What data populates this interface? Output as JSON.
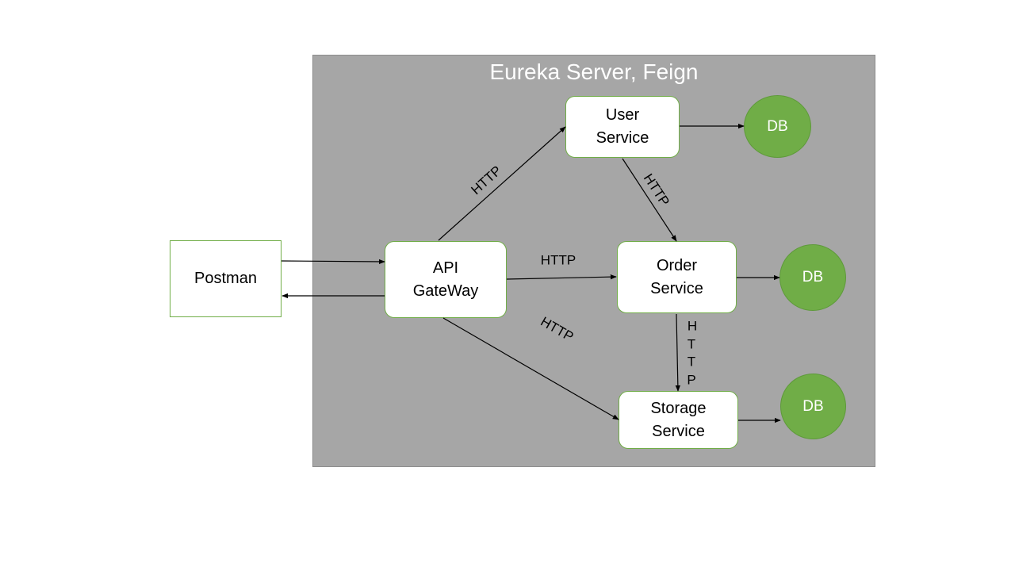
{
  "cluster": {
    "title": "Eureka Server, Feign"
  },
  "nodes": {
    "postman": {
      "line1": "Postman"
    },
    "gateway": {
      "line1": "API",
      "line2": "GateWay"
    },
    "user": {
      "line1": "User",
      "line2": "Service"
    },
    "order": {
      "line1": "Order",
      "line2": "Service"
    },
    "storage": {
      "line1": "Storage",
      "line2": "Service"
    }
  },
  "databases": {
    "user_db": "DB",
    "order_db": "DB",
    "storage_db": "DB"
  },
  "edge_labels": {
    "gateway_user": "HTTP",
    "gateway_order": "HTTP",
    "gateway_storage": "HTTP",
    "user_order": "HTTP",
    "order_storage": [
      "H",
      "T",
      "T",
      "P"
    ]
  },
  "colors": {
    "cluster_fill": "#a6a6a6",
    "node_border": "#70ad47",
    "db_fill": "#70ad47"
  }
}
